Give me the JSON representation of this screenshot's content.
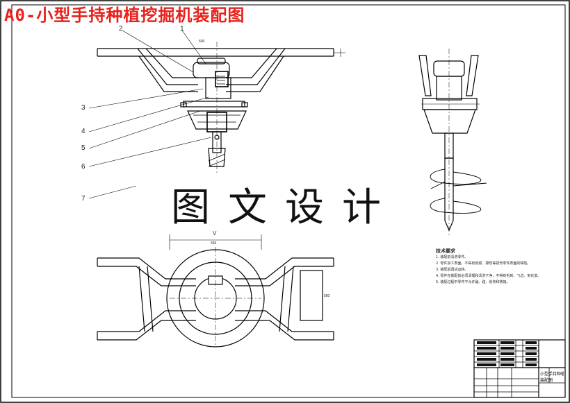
{
  "title": "A0-小型手持种植挖掘机装配图",
  "watermark": "图文设计",
  "callouts": [
    "1",
    "2",
    "3",
    "4",
    "5",
    "6",
    "7"
  ],
  "dimensions": {
    "top_width": "600",
    "bottom_width": "560",
    "side_height": "560"
  },
  "section_marker": "V",
  "technical_notes": {
    "heading": "技术要求",
    "lines": [
      "1. 装配前清洗零件。",
      "2. 零件加工表面，不得有划痕、擦伤等损伤零件表面的缺陷。",
      "3. 装配后调试运转。",
      "4. 零件在装配前必须清理和清洗干净，不得有毛刺、飞边、氧化皮。",
      "5. 装配过程中零件不允许磕、碰、划伤和锈蚀。"
    ]
  },
  "title_block": {
    "name": "小型手持种植挖掘机",
    "drawing": "装配图"
  }
}
